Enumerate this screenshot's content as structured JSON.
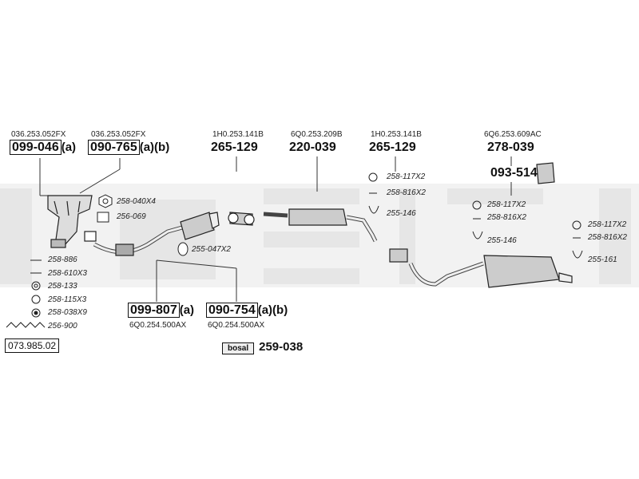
{
  "watermark": {
    "text": "bosal",
    "color": "#e6e6e6"
  },
  "catalog_ref": "073.985.02",
  "brand_badge": "bosal",
  "brand_part": "259-038",
  "parts": {
    "manifold_a": {
      "oem": "036.253.052FX",
      "number": "099-046",
      "suffix": "(a)"
    },
    "manifold_b": {
      "oem": "036.253.052FX",
      "number": "090-765",
      "suffix": "(a)(b)"
    },
    "front_pipe_1": {
      "oem": "1H0.253.141B",
      "number": "265-129"
    },
    "middle_silencer": {
      "oem": "6Q0.253.209B",
      "number": "220-039"
    },
    "front_pipe_2": {
      "oem": "1H0.253.141B",
      "number": "265-129"
    },
    "rear_silencer": {
      "oem": "6Q6.253.609AC",
      "number": "278-039"
    },
    "heat_shield": {
      "number": "093-514"
    },
    "catalyst_a": {
      "oem": "6Q0.254.500AX",
      "number": "099-807",
      "suffix": "(a)"
    },
    "catalyst_b": {
      "oem": "6Q0.254.500AX",
      "number": "090-754",
      "suffix": "(a)(b)"
    }
  },
  "fittings": {
    "nut_manifold": "258-040X4",
    "gasket_manifold": "256-069",
    "clamp_cat": "255-047X2",
    "left_list": [
      "258-886",
      "258-610X3",
      "258-133",
      "258-115X3",
      "258-038X9",
      "256-900"
    ],
    "mid_ring": "258-117X2",
    "mid_bolt": "258-816X2",
    "mid_hanger": "255-146",
    "rear_ring": "258-117X2",
    "rear_bolt": "258-816X2",
    "rear_hanger": "255-146",
    "tail_ring": "258-117X2",
    "tail_bolt": "258-816X2",
    "tail_hanger": "255-161"
  }
}
